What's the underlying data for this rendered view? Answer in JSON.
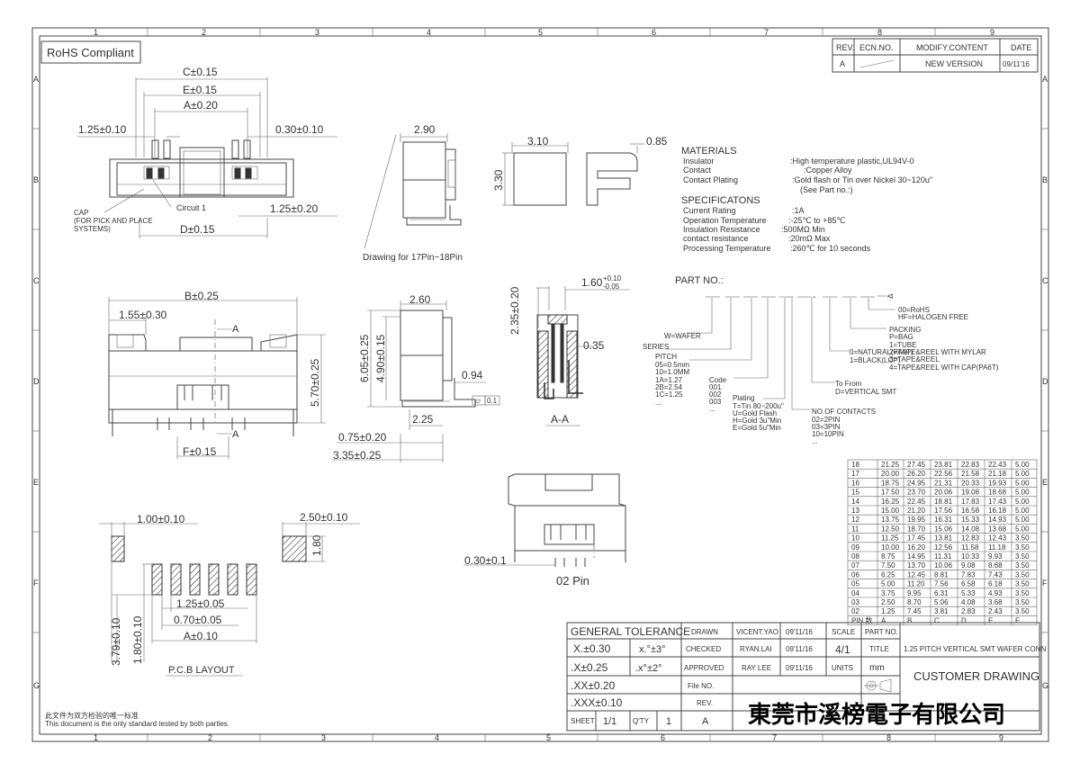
{
  "zone_cols": [
    "1",
    "2",
    "3",
    "4",
    "5",
    "6",
    "7",
    "8",
    "9"
  ],
  "zone_rows": [
    "A",
    "B",
    "C",
    "D",
    "E",
    "F",
    "G"
  ],
  "rohs": "RoHS Compliant",
  "revision": {
    "headers": [
      "REV.",
      "ECN.NO.",
      "MODIFY.CONTENT",
      "DATE"
    ],
    "row": [
      "A",
      "",
      "NEW VERSION",
      "09/11'16"
    ]
  },
  "top_view": {
    "dims": [
      "C±0.15",
      "E±0.15",
      "A±0.20",
      "1.25±0.10",
      "0.30±0.10",
      "1.25±0.20",
      "D±0.15"
    ],
    "circuit": "Circuit 1",
    "cap_note": [
      "CAP",
      "(FOR PICK AND PLACE",
      "SYSTEMS)"
    ]
  },
  "side_small": {
    "dim": "2.90",
    "caption": "Drawing for 17Pin~18Pin"
  },
  "cap_view": {
    "dims": [
      "3.10",
      "3.30",
      "0.85"
    ]
  },
  "materials": {
    "title": "MATERIALS",
    "rows": [
      [
        "Insulator",
        ":High temperature plastic,UL94V-0"
      ],
      [
        "Contact",
        ":Copper Alloy"
      ],
      [
        "Contact Plating",
        ":Gold flash or Tin over Nickel 30~120u\""
      ],
      [
        "",
        "(See Part no.:)"
      ]
    ]
  },
  "specs": {
    "title": "SPECIFICATONS",
    "rows": [
      [
        "Current Rating",
        ":1A"
      ],
      [
        "Operation Temperature",
        ":-25℃ to +85℃"
      ],
      [
        "Insulation Resistance",
        ":500MΩ Min"
      ],
      [
        "contact resistance",
        ":20mΩ Max"
      ],
      [
        "Processing Temperature",
        ":260℃ for 10 seconds"
      ]
    ]
  },
  "front_view": {
    "dims": [
      "B±0.25",
      "1.55±0.30",
      "5.70±0.25",
      "F±0.15"
    ],
    "section": "A"
  },
  "side_view": {
    "dims": [
      "2.60",
      "6.05±0.25",
      "4.90±0.15",
      "0.94",
      "2.25",
      "0.75±0.20",
      "3.35±0.25",
      "0.1"
    ]
  },
  "section_aa": {
    "dims": [
      "2.35±0.20",
      "1.60",
      "+0.10",
      "-0.05",
      "0.35"
    ],
    "label": "A-A"
  },
  "part_no": {
    "title": "PART NO.:",
    "separator": "-",
    "wafer": "W=WAFER",
    "series": "SERIES",
    "pitch": [
      "PITCH",
      "05=0.5mm",
      "10=1.0MM",
      "1A=1.27",
      "2B=2.54",
      "1C=1.25",
      "..."
    ],
    "code": [
      "Code",
      "001",
      "002",
      "003",
      "..."
    ],
    "plating": [
      "Plating",
      "T=Tin 80~200u\"",
      "U=Gold Flash",
      "H=Gold 3u\"Min",
      "E=Gold 5u\"Min"
    ],
    "contacts": [
      "NO.OF CONTACTS",
      "02=2PIN",
      "03=3PIN",
      "10=10PIN",
      "..."
    ],
    "form": [
      "To From",
      "D=VERTICAL SMT"
    ],
    "color": [
      "0=NATURAL(PA9T)",
      "1=BLACK(LCP)"
    ],
    "packing": [
      "PACKING",
      "P=BAG",
      "1=TUBE",
      "2=TAPE&REEL WITH MYLAR",
      "3=TAPE&REEL",
      "4=TAPE&REEL WITH CAP(PA6T)"
    ],
    "rohs": [
      "00=RoHS",
      "HF=HALOGEN FREE"
    ]
  },
  "pcb": {
    "dims": [
      "1.00±0.10",
      "2.50±0.10",
      "1.80",
      "1.25±0.05",
      "0.70±0.05",
      "A±0.10",
      "3.79±0.10",
      "1.80±0.10"
    ],
    "caption": "P.C.B LAYOUT"
  },
  "pin02": {
    "dim": "0.30±0.1",
    "caption": "02 Pin"
  },
  "dim_table": {
    "headers": [
      "PIN 数",
      "A",
      "B",
      "C",
      "D",
      "E",
      "F"
    ],
    "rows": [
      [
        "18",
        "21.25",
        "27.45",
        "23.81",
        "22.83",
        "22.43",
        "5.00"
      ],
      [
        "17",
        "20.00",
        "26.20",
        "22.56",
        "21.58",
        "21.18",
        "5.00"
      ],
      [
        "16",
        "18.75",
        "24.95",
        "21.31",
        "20.33",
        "19.93",
        "5.00"
      ],
      [
        "15",
        "17.50",
        "23.70",
        "20.06",
        "19.08",
        "18.68",
        "5.00"
      ],
      [
        "14",
        "16.25",
        "22.45",
        "18.81",
        "17.83",
        "17.43",
        "5.00"
      ],
      [
        "13",
        "15.00",
        "21.20",
        "17.56",
        "16.58",
        "16.18",
        "5.00"
      ],
      [
        "12",
        "13.75",
        "19.95",
        "16.31",
        "15.33",
        "14.93",
        "5.00"
      ],
      [
        "11",
        "12.50",
        "18.70",
        "15.06",
        "14.08",
        "13.68",
        "5.00"
      ],
      [
        "10",
        "11.25",
        "17.45",
        "13.81",
        "12.83",
        "12.43",
        "3.50"
      ],
      [
        "09",
        "10.00",
        "16.20",
        "12.56",
        "11.58",
        "11.18",
        "3.50"
      ],
      [
        "08",
        "8.75",
        "14.95",
        "11.31",
        "10.33",
        "9.93",
        "3.50"
      ],
      [
        "07",
        "7.50",
        "13.70",
        "10.06",
        "9.08",
        "8.68",
        "3.50"
      ],
      [
        "06",
        "6.25",
        "12.45",
        "8.81",
        "7.83",
        "7.43",
        "3.50"
      ],
      [
        "05",
        "5.00",
        "11.20",
        "7.56",
        "6.58",
        "6.18",
        "3.50"
      ],
      [
        "04",
        "3.75",
        "9.95",
        "6.31",
        "5.33",
        "4.93",
        "3.50"
      ],
      [
        "03",
        "2.50",
        "8.70",
        "5.06",
        "4.08",
        "3.68",
        "3.50"
      ],
      [
        "02",
        "1.25",
        "7.45",
        "3.81",
        "2.83",
        "2.43",
        "3.50"
      ]
    ]
  },
  "title_block": {
    "general_tolerance": "GENERAL TOLERANCE",
    "tolerances": [
      [
        "X.±0.30",
        "x.°±3°"
      ],
      [
        ".X±0.25",
        ".x°±2°"
      ],
      [
        ".XX±0.20",
        ""
      ],
      [
        ".XXX±0.10",
        ""
      ]
    ],
    "drawn_label": "DRAWN",
    "drawn_name": "VICENT.YAO",
    "drawn_date": "09'11/16",
    "checked_label": "CHECKED",
    "checked_name": "RYAN.LAI",
    "checked_date": "09'11/16",
    "approved_label": "APPROVED",
    "approved_name": "RAY LEE",
    "approved_date": "09'11/16",
    "scale_label": "SCALE",
    "scale_value": "4/1",
    "units_label": "UNITS",
    "units_value": "mm",
    "partno_label": "PART NO.",
    "title_label": "TITLE",
    "title_value": "1.25 PITCH VERTICAL SMT WAFER CONN",
    "customer": "CUSTOMER DRAWING",
    "file_label": "File NO.",
    "rev_label": "REV.",
    "rev_value": "A",
    "sheet_label": "SHEET",
    "sheet_value": "1/1",
    "qty_label": "Q'TY",
    "qty_value": "1",
    "company": "東莞市溪榜電子有限公司"
  },
  "footer": [
    "此文件为双方检验的唯一标准",
    "This document is the only standard tested by both parties."
  ]
}
